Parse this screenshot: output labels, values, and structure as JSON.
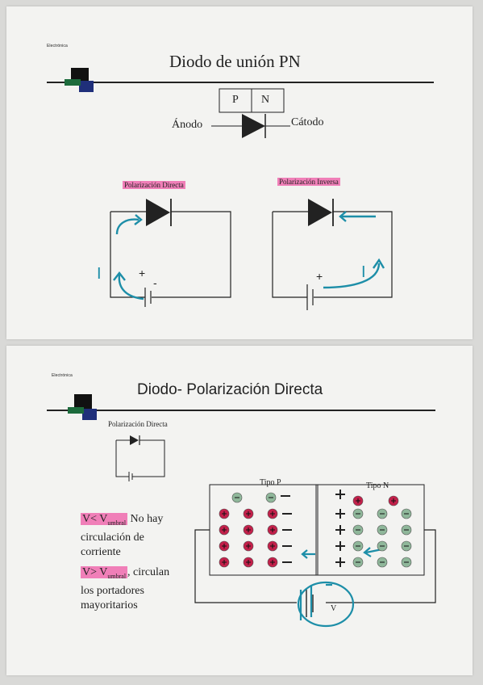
{
  "slide1": {
    "header": "Electrónica",
    "title": "Diodo de unión PN",
    "junction": {
      "p": "P",
      "n": "N"
    },
    "anode": "Ánodo",
    "cathode": "Cátodo",
    "forward_label": "Polarización Directa",
    "reverse_label": "Polarización Inversa",
    "current_left": "I",
    "current_right": "I",
    "plus": "+",
    "minus": "-"
  },
  "slide2": {
    "header": "Electrónica",
    "title": "Diodo- Polarización Directa",
    "mini_label": "Polarización Directa",
    "tipo_p": "Tipo P",
    "tipo_n": "Tipo N",
    "text1": {
      "prefix": "V< V",
      "sub": "umbral",
      "suffix": " No hay",
      "line2": "circulación de",
      "line3": "corriente"
    },
    "text2": {
      "prefix": "V> V",
      "sub": "umbral",
      "suffix": ", circulan",
      "line2": "los portadores",
      "line3": "mayoritarios"
    },
    "battery_label": "V"
  },
  "colors": {
    "ink": "#222222",
    "highlight": "#f07fb8",
    "pen_blue": "#1d8ea8",
    "hole_red": "#c3204a",
    "electron_green": "#8fb79a",
    "logo_black": "#111111",
    "logo_navy": "#1f2f7a",
    "logo_green": "#1c6b3c"
  }
}
